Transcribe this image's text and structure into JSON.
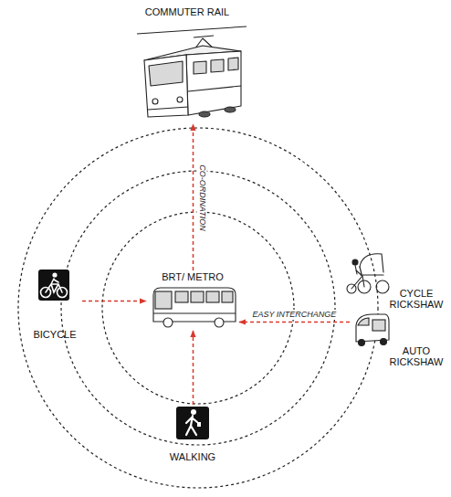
{
  "diagram": {
    "nodes": [
      {
        "text": [
          "COMMUTER RAIL"
        ]
      },
      {
        "text": [
          "BRT/ METRO"
        ]
      },
      {
        "text": [
          "CYCLE RICKSHAW"
        ]
      },
      {
        "text": [
          "BICYCLE"
        ]
      },
      {
        "text": [
          "AUTO RICKSHAW"
        ]
      },
      {
        "text": [
          "WALKING"
        ]
      }
    ],
    "edges": [
      {
        "from": 1,
        "to": 0,
        "arrow": "to",
        "label": "CO-ORDINATION"
      },
      {
        "from": 4,
        "to": 1,
        "arrow": "to",
        "label": "EASY INTERCHANGE"
      },
      {
        "from": 3,
        "to": 1,
        "arrow": "to"
      },
      {
        "from": 5,
        "to": 1,
        "arrow": "to"
      }
    ]
  }
}
